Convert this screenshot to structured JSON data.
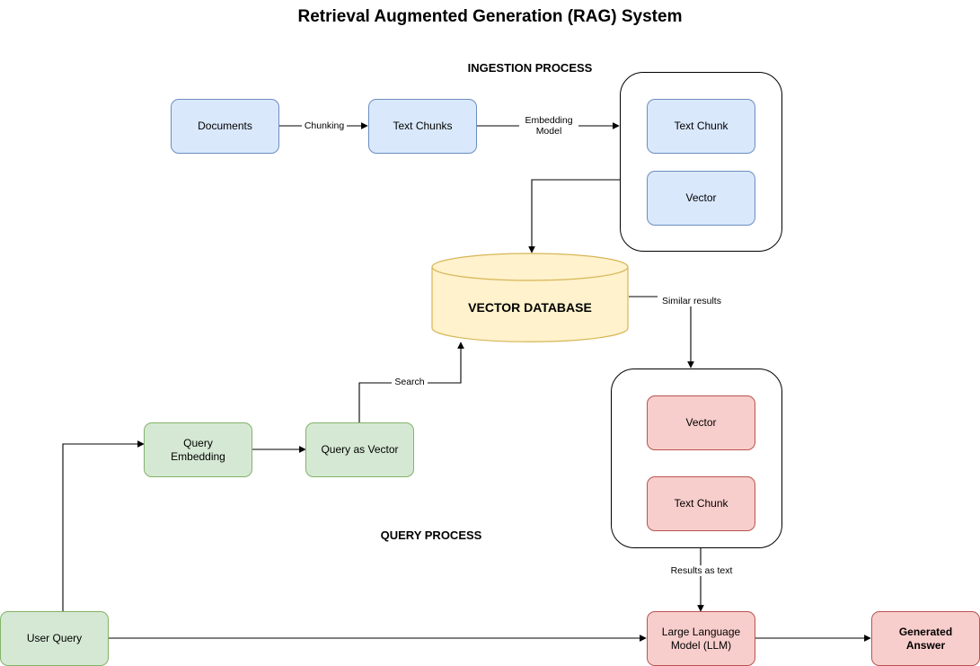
{
  "title": "Retrieval Augmented Generation (RAG) System",
  "sections": {
    "ingestion": "INGESTION PROCESS",
    "query": "QUERY PROCESS"
  },
  "nodes": {
    "documents": "Documents",
    "text_chunks": "Text Chunks",
    "stored_text_chunk": "Text Chunk",
    "stored_vector": "Vector",
    "vector_database": "VECTOR DATABASE",
    "query_embedding": "Query\nEmbedding",
    "query_as_vector": "Query as Vector",
    "result_vector": "Vector",
    "result_text_chunk": "Text Chunk",
    "user_query": "User Query",
    "llm": "Large Language\nModel (LLM)",
    "generated_answer": "Generated\nAnswer"
  },
  "edge_labels": {
    "chunking": "Chunking",
    "embedding_model": "Embedding\nModel",
    "similar_results": "Similar results",
    "search": "Search",
    "results_as_text": "Results as text"
  },
  "colors": {
    "ingestion_fill": "#dae8fc",
    "ingestion_stroke": "#6c8ebf",
    "query_fill": "#d5e8d4",
    "query_stroke": "#82b366",
    "result_fill": "#f8cecc",
    "result_stroke": "#b85450",
    "database_fill": "#fff2cc",
    "database_stroke": "#d6b656"
  }
}
